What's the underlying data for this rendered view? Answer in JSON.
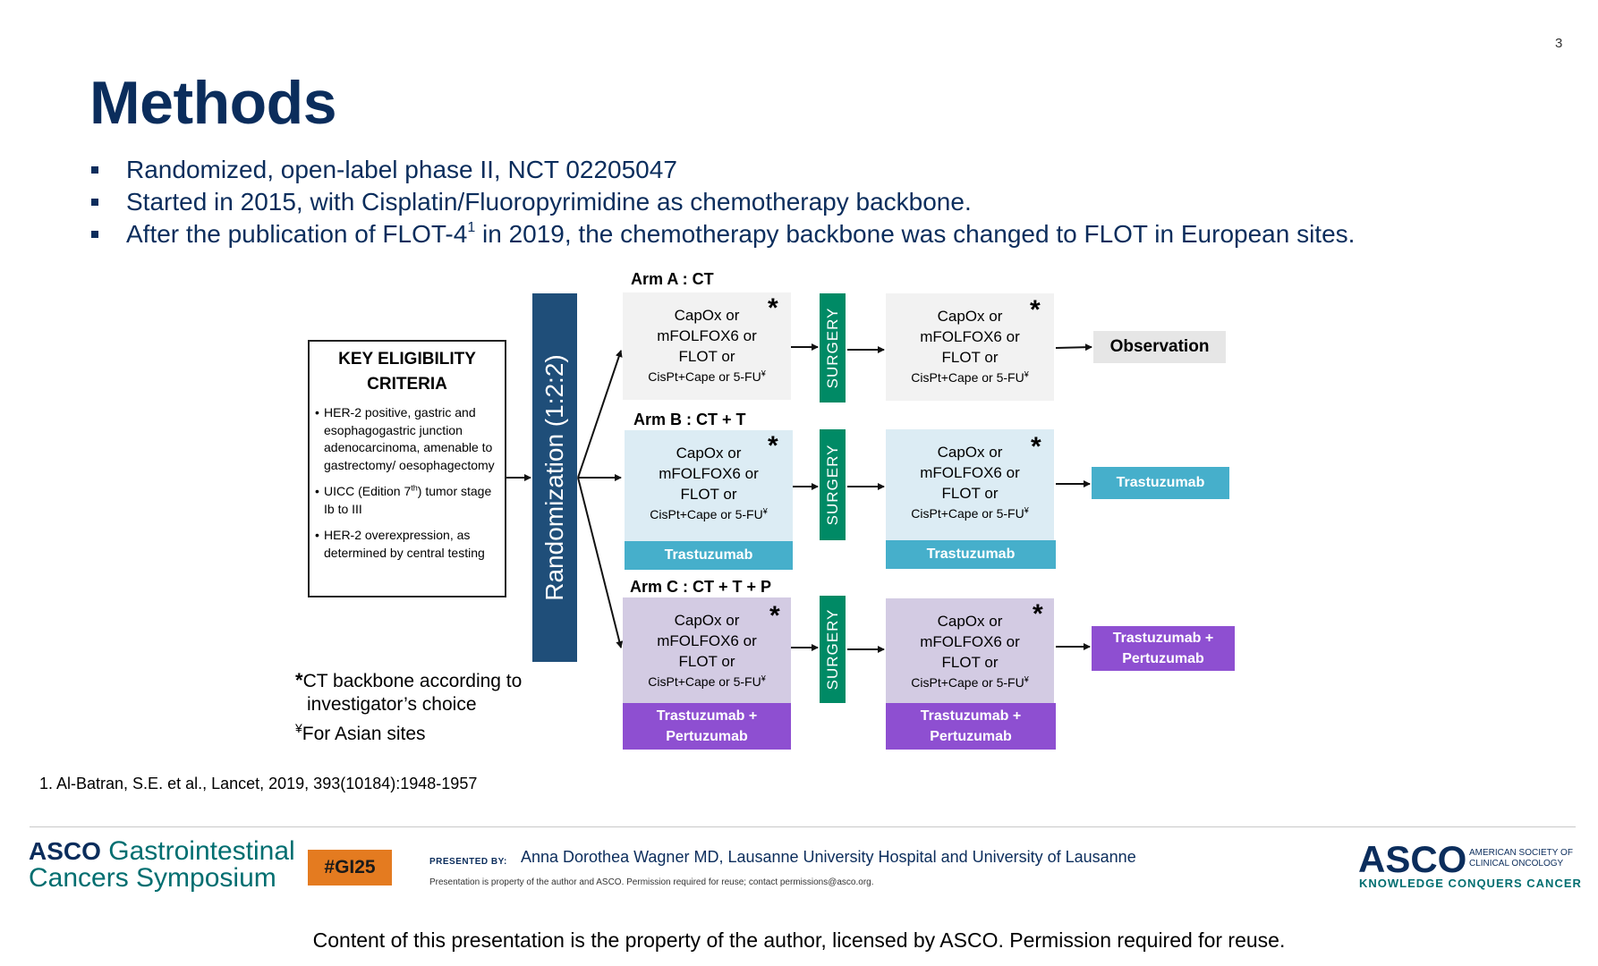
{
  "slide_number": "3",
  "title": "Methods",
  "bullets": [
    {
      "pre": "Randomized, open-label phase II, NCT 02205047"
    },
    {
      "pre": "Started in 2015, with Cisplatin/Fluoropyrimidine as chemotherapy backbone."
    },
    {
      "pre": "After the publication of FLOT-4",
      "sup": "1",
      "post": " in 2019, the chemotherapy backbone was changed to FLOT in European sites."
    }
  ],
  "eligibility": {
    "title_line1": "KEY ELIGIBILITY",
    "title_line2": "CRITERIA",
    "items": [
      {
        "text": "HER-2 positive, gastric and esophagogastric junction adenocarcinoma, amenable to gastrectomy/ oesophagectomy"
      },
      {
        "pre": "UICC (Edition 7",
        "sup": "th",
        "post": ") tumor stage Ib to III"
      },
      {
        "text": "HER-2 overexpression, as determined by central testing"
      }
    ]
  },
  "randomization": "Randomization (1:2:2)",
  "ct_box": {
    "line1": "CapOx or",
    "line2": "mFOLFOX6 or",
    "line3": "FLOT or",
    "line4": "CisPt+Cape or 5-FU",
    "yen": "¥"
  },
  "star": "*",
  "surgery": "SURGERY",
  "arms": {
    "a": {
      "label": "Arm A : CT",
      "outcome": "Observation"
    },
    "b": {
      "label": "Arm B : CT + T",
      "band": "Trastuzumab",
      "outcome": "Trastuzumab"
    },
    "c": {
      "label": "Arm C : CT + T + P",
      "band_line1": "Trastuzumab +",
      "band_line2": "Pertuzumab",
      "outcome_line1": "Trastuzumab +",
      "outcome_line2": "Pertuzumab"
    }
  },
  "footnotes": {
    "star_sym": "*",
    "star_text_1": "CT backbone according to",
    "star_text_2": "investigator’s choice",
    "yen_sym": "¥",
    "yen_text": "For Asian sites"
  },
  "reference": "1. Al-Batran, S.E. et al., Lancet, 2019, 393(10184):1948-1957",
  "footer": {
    "asco_bold": "ASCO",
    "symposium_1": "Gastrointestinal",
    "symposium_2": "Cancers Symposium",
    "hashtag": "#GI25",
    "presented_by": "PRESENTED BY:",
    "presenter": "Anna Dorothea Wagner MD, Lausanne University Hospital and University of Lausanne",
    "property": "Presentation is property of the author and ASCO. Permission required for reuse; contact permissions@asco.org.",
    "asco_logo": "ASCO",
    "society_1": "AMERICAN SOCIETY OF",
    "society_2": "CLINICAL ONCOLOGY",
    "tagline": "KNOWLEDGE CONQUERS CANCER"
  },
  "bottom_notice": "Content of this presentation is the property of the author, licensed by ASCO. Permission required for reuse.",
  "colors": {
    "title": "#0b2d5c",
    "randomization": "#1f4e79",
    "surgery": "#008a65",
    "trastuzumab": "#46afcb",
    "pertuzumab": "#8e4fd1",
    "arm_a_box": "#f2f2f2",
    "arm_b_box": "#dcecf4",
    "arm_c_box": "#d3cbe3",
    "gi25": "#e47b20"
  }
}
